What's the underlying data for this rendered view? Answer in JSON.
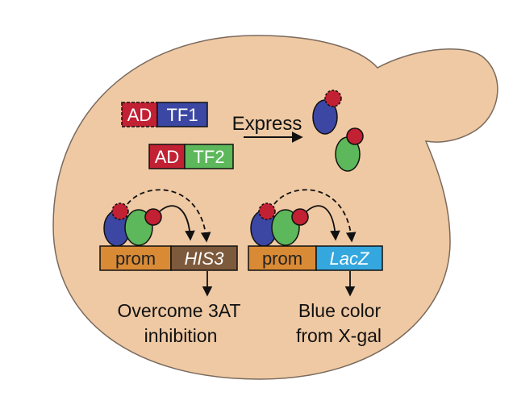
{
  "colors": {
    "cell_fill": "#efc9a3",
    "cell_stroke": "#6e6158",
    "ad_red": "#c22033",
    "tf1_blue": "#3b47a3",
    "tf2_green": "#5cb85a",
    "prom_orange": "#d98a35",
    "his3_brown": "#7d5a3c",
    "lacz_cyan": "#34a7de"
  },
  "constructs": [
    {
      "ad_label": "AD",
      "tf_label": "TF1"
    },
    {
      "ad_label": "AD",
      "tf_label": "TF2"
    }
  ],
  "express_label": "Express",
  "reporters": [
    {
      "promoter_label": "prom",
      "gene_label": "HIS3",
      "outcome_lines": [
        "Overcome 3AT",
        "inhibition"
      ]
    },
    {
      "promoter_label": "prom",
      "gene_label": "LacZ",
      "outcome_lines": [
        "Blue color",
        "from X-gal"
      ]
    }
  ]
}
